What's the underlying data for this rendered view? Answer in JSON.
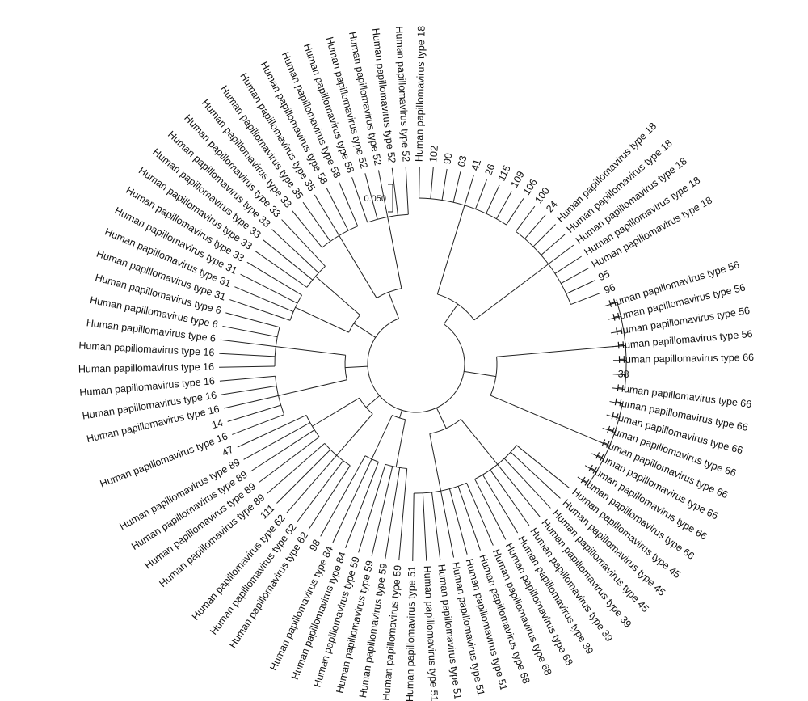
{
  "scale_bar": {
    "label": "0.050"
  },
  "taxa": [
    "Human papillomavirus type 18",
    "102",
    "90",
    "63",
    "41",
    "26",
    "115",
    "109",
    "106",
    "100",
    "24",
    "Human papillomavirus type 18",
    "Human papillomavirus type 18",
    "Human papillomavirus type 18",
    "Human papillomavirus type 18",
    "Human papillomavirus type 18",
    "95",
    "96",
    "Human papillomavirus type 56",
    "Human papillomavirus type 56",
    "Human papillomavirus type 56",
    "Human papillomavirus type 56",
    "Human papillomavirus type 66",
    "38",
    "Human papillomavirus type 66",
    "Human papillomavirus type 66",
    "Human papillomavirus type 66",
    "Human papillomavirus type 66",
    "Human papillomavirus type 66",
    "Human papillomavirus type 66",
    "Human papillomavirus type 66",
    "Human papillomavirus type 66",
    "Human papillomavirus type 45",
    "Human papillomavirus type 45",
    "Human papillomavirus type 45",
    "Human papillomavirus type 39",
    "Human papillomavirus type 39",
    "Human papillomavirus type 39",
    "Human papillomavirus type 68",
    "Human papillomavirus type 68",
    "Human papillomavirus type 68",
    "Human papillomavirus type 51",
    "Human papillomavirus type 51",
    "Human papillomavirus type 51",
    "Human papillomavirus type 51",
    "Human papillomavirus type 51",
    "Human papillomavirus type 59",
    "Human papillomavirus type 59",
    "Human papillomavirus type 59",
    "Human papillomavirus type 59",
    "Human papillomavirus type 84",
    "Human papillomavirus type 84",
    "98",
    "Human papillomavirus type 62",
    "Human papillomavirus type 62",
    "Human papillomavirus type 62",
    "111",
    "Human papillomavirus type 89",
    "Human papillomavirus type 89",
    "Human papillomavirus type 89",
    "Human papillomavirus type 89",
    "47",
    "Human papillomavirus type 16",
    "14",
    "Human papillomavirus type 16",
    "Human papillomavirus type 16",
    "Human papillomavirus type 16",
    "Human papillomavirus type 16",
    "Human papillomavirus type 16",
    "Human papillomavirus type 6",
    "Human papillomavirus type 6",
    "Human papillomavirus type 6",
    "Human papillomavirus type 31",
    "Human papillomavirus type 31",
    "Human papillomavirus type 31",
    "Human papillomavirus type 33",
    "Human papillomavirus type 33",
    "Human papillomavirus type 33",
    "Human papillomavirus type 33",
    "Human papillomavirus type 33",
    "Human papillomavirus type 33",
    "Human papillomavirus type 35",
    "Human papillomavirus type 35",
    "Human papillomavirus type 58",
    "Human papillomavirus type 58",
    "Human papillomavirus type 58",
    "Human papillomavirus type 52",
    "Human papillomavirus type 52",
    "Human papillomavirus type 52",
    "Human papillomavirus type 52"
  ]
}
